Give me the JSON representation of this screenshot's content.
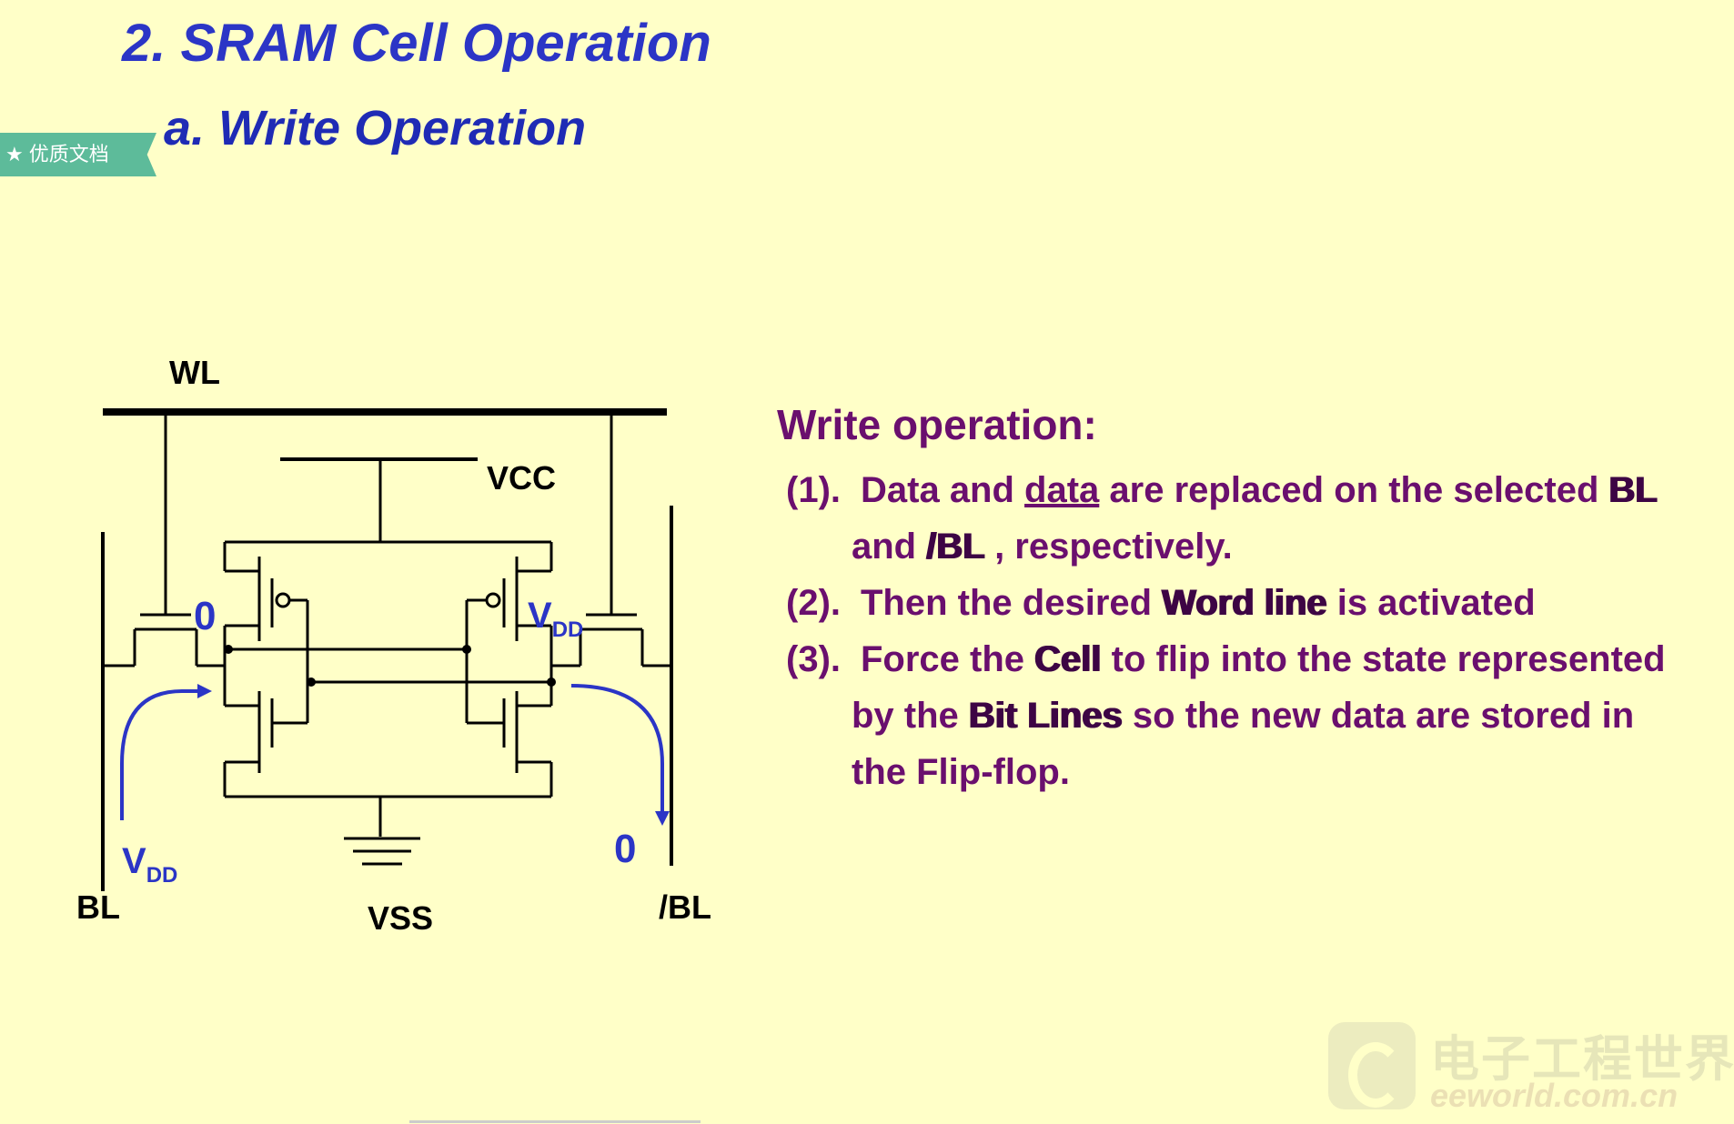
{
  "title": "2. SRAM Cell Operation",
  "subtitle": "a. Write Operation",
  "badge": {
    "label": "优质文档",
    "icon": "star-icon"
  },
  "circuit": {
    "wl": "WL",
    "vcc": "VCC",
    "vss": "VSS",
    "bl": "BL",
    "blb": "/BL",
    "left_node": "0",
    "right_node_main": "V",
    "right_node_sub": "DD",
    "bl_level_main": "V",
    "bl_level_sub": "DD",
    "blb_level": "0",
    "colors": {
      "lines": "#000000",
      "annotations": "#2b35c6"
    }
  },
  "description": {
    "heading": "Write operation:",
    "steps": [
      {
        "num": "(1).",
        "parts": [
          "Data and ",
          "data",
          " are replaced on the selected ",
          "BL"
        ],
        "cont_parts": [
          "and ",
          "/BL",
          " , respectively."
        ]
      },
      {
        "num": "(2).",
        "parts": [
          "Then the desired ",
          "Word line",
          " is activated"
        ]
      },
      {
        "num": "(3).",
        "parts": [
          "Force the ",
          "Cell",
          " to flip into the state represented"
        ],
        "cont1_parts": [
          "by the ",
          "Bit Lines",
          " so the new data are stored in"
        ],
        "cont2": "the Flip-flop."
      }
    ]
  },
  "watermark": {
    "cn": "电子工程世界",
    "en": "eeworld.com.cn"
  }
}
